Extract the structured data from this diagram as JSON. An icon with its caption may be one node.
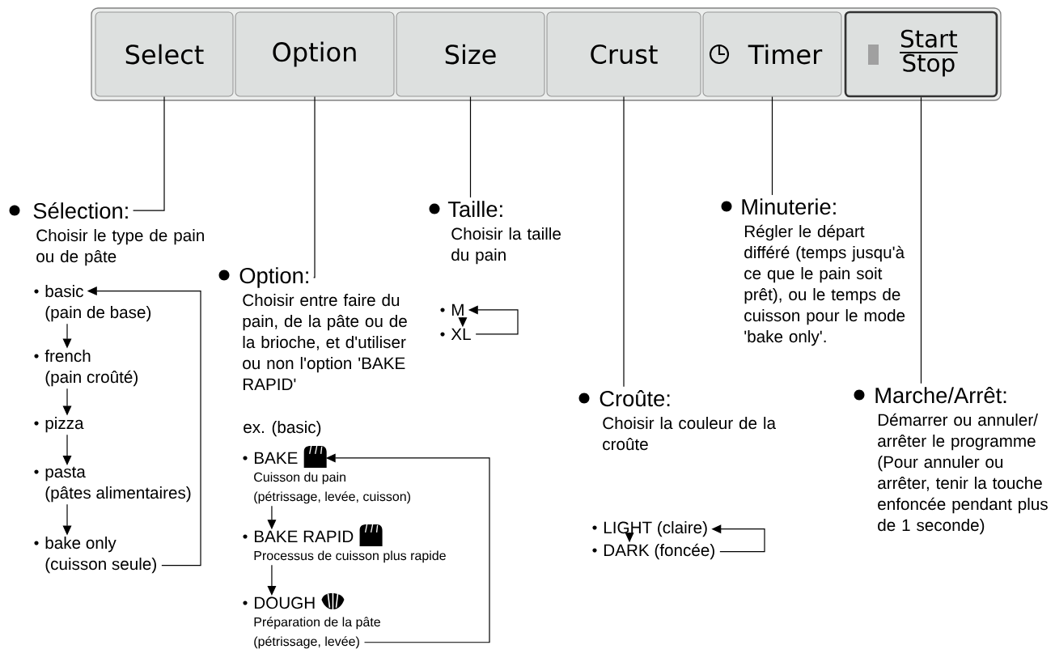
{
  "diagram": {
    "nodes": [
      {
        "text": [
          "Select"
        ]
      },
      {
        "text": [
          "Option"
        ]
      },
      {
        "text": [
          "Size"
        ]
      },
      {
        "text": [
          "Crust"
        ]
      },
      {
        "text": [
          "Timer"
        ]
      },
      {
        "text": [
          "Start",
          "Stop"
        ]
      },
      {
        "text": [
          "Sélection:",
          "Choisir le type de pain ou de pâte"
        ]
      },
      {
        "text": [
          "basic",
          "(pain de base)"
        ]
      },
      {
        "text": [
          "french",
          "(pain croûté)"
        ]
      },
      {
        "text": [
          "pizza"
        ]
      },
      {
        "text": [
          "pasta",
          "(pâtes alimentaires)"
        ]
      },
      {
        "text": [
          "bake only",
          "(cuisson seule)"
        ]
      },
      {
        "text": [
          "Option:",
          "Choisir entre faire du pain, de la pâte ou de la brioche, et d'utiliser ou non l'option 'BAKE RAPID'"
        ]
      },
      {
        "text": [
          "BAKE",
          "Cuisson du pain",
          "(pétrissage, levée, cuisson)"
        ]
      },
      {
        "text": [
          "BAKE RAPID",
          "Processus de cuisson plus rapide"
        ]
      },
      {
        "text": [
          "DOUGH",
          "Préparation de la pâte",
          "(pétrissage, levée)"
        ]
      },
      {
        "text": [
          "Taille:",
          "Choisir la taille du pain"
        ]
      },
      {
        "text": [
          "M"
        ]
      },
      {
        "text": [
          "XL"
        ]
      },
      {
        "text": [
          "Croûte:",
          "Choisir la couleur de la croûte"
        ]
      },
      {
        "text": [
          "LIGHT (claire)"
        ]
      },
      {
        "text": [
          "DARK (foncée)"
        ]
      },
      {
        "text": [
          "Minuterie:",
          "Régler le départ différé (temps jusqu'à ce que le pain soit prêt), ou le temps de cuisson pour le mode 'bake only'."
        ]
      },
      {
        "text": [
          "Marche/Arrêt:",
          "Démarrer ou annuler/ arrêter le programme (Pour annuler ou arrêter, tenir la touche enfoncée pendant plus de 1 seconde)"
        ]
      }
    ],
    "edges": [
      {
        "from": 0,
        "to": 6,
        "arrow": "none"
      },
      {
        "from": 1,
        "to": 12,
        "arrow": "none"
      },
      {
        "from": 2,
        "to": 16,
        "arrow": "none"
      },
      {
        "from": 3,
        "to": 19,
        "arrow": "none"
      },
      {
        "from": 4,
        "to": 22,
        "arrow": "none"
      },
      {
        "from": 5,
        "to": 23,
        "arrow": "none"
      },
      {
        "from": 7,
        "to": 8,
        "arrow": "to"
      },
      {
        "from": 8,
        "to": 9,
        "arrow": "to"
      },
      {
        "from": 9,
        "to": 10,
        "arrow": "to"
      },
      {
        "from": 10,
        "to": 11,
        "arrow": "to"
      },
      {
        "from": 11,
        "to": 7,
        "arrow": "to"
      },
      {
        "from": 13,
        "to": 14,
        "arrow": "to"
      },
      {
        "from": 14,
        "to": 15,
        "arrow": "to"
      },
      {
        "from": 15,
        "to": 13,
        "arrow": "to"
      },
      {
        "from": 17,
        "to": 18,
        "arrow": "to"
      },
      {
        "from": 18,
        "to": 17,
        "arrow": "to"
      },
      {
        "from": 20,
        "to": 21,
        "arrow": "to"
      },
      {
        "from": 21,
        "to": 20,
        "arrow": "to"
      }
    ],
    "labels": [
      "ex. (basic)"
    ]
  }
}
